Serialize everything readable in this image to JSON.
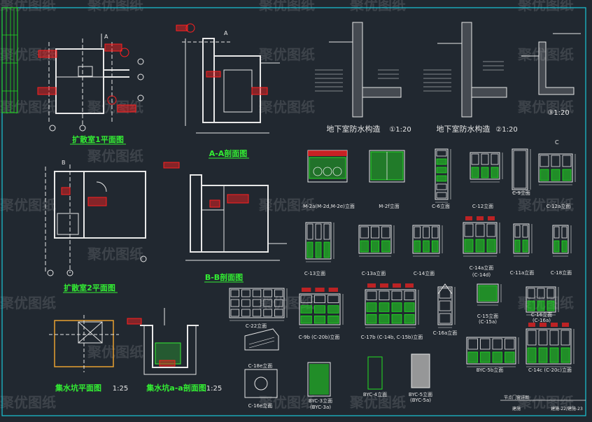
{
  "watermark": {
    "text": "聚优图纸"
  },
  "colors": {
    "background": "#212830",
    "frame": "#19c6d8",
    "line": "#e8e8e8",
    "red": "#ff2020",
    "green": "#22e022",
    "yellow": "#e8e800",
    "title_green": "#33ee33"
  },
  "titles": {
    "room1_plan": "扩散室1平面图",
    "aa_section": "A-A剖面图",
    "room2_plan": "扩散室2平面图",
    "bb_section": "B-B剖面图",
    "sump_plan": "集水坑平面图",
    "sump_plan_scale": "1:25",
    "sump_section": "集水坑a-a剖面图",
    "sump_section_scale": "1:25",
    "waterproof_1": "地下室防水构造",
    "waterproof_1_scale": "①1:20",
    "waterproof_2": "地下室防水构造",
    "waterproof_2_scale": "②1:20",
    "detail_3_scale": "③1:20"
  },
  "elevations": {
    "m2a": "M-2a(M-2d,M-2e)立面",
    "m2f": "M-2f立面",
    "c6": "C-6立面",
    "c12": "C-12立面",
    "c9": "C-9立面",
    "c12a": "C-12a立面",
    "c13": "C-13立面",
    "c13a": "C-13a立面",
    "c14": "C-14立面",
    "c14a": "C-14a立面",
    "c14a_sub": "(C-14d)",
    "c11a": "C-11a立面",
    "c18": "C-18立面",
    "c22": "C-22立面",
    "c9b": "C-9b (C-20b)立面",
    "c17b": "C-17b (C-14b, C-15b)立面",
    "c16a": "C-16a立面",
    "c15": "C-15立面",
    "c15_sub": "(C-15a)",
    "c16": "C-16立面",
    "c16_sub": "(C-16a)",
    "c18e": "C-18e立面",
    "c16e": "C-16e立面",
    "byc3": "BYC-3立面",
    "byc3_sub": "(BYC-3a)",
    "byc4": "BYC-4立面",
    "byc5": "BYC-5立面",
    "byc5_sub": "(BYC-5a)",
    "byc5b": "BYC-5b立面",
    "c14c": "C-14c (C-20c)立面"
  },
  "title_block": {
    "sheet_name": "节点门窗详图",
    "sheet_sub": "建施",
    "sheet_no": "建施-22/建施-23"
  },
  "grid_marks": {
    "a": "A",
    "b": "B",
    "c": "C"
  }
}
